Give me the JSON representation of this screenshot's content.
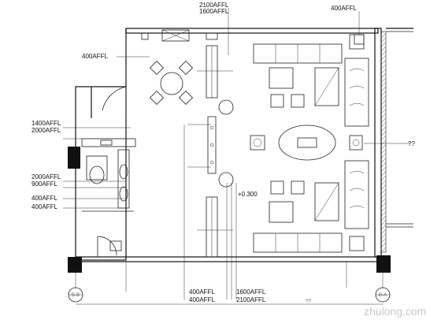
{
  "annotations": {
    "top_left_heights": [
      "2100AFFL",
      "1600AFFL"
    ],
    "top_right_height": "400AFFL",
    "left_400": "400AFFL",
    "left_1400": "1400AFFL",
    "left_2000_a": "2000AFFL",
    "left_2000_b": "2000AFFL",
    "left_900": "900AFFL",
    "left_400_a": "400AFFL",
    "left_400_b": "400AFFL",
    "right_question": "??",
    "level_mark": "+0.300",
    "bottom_a": "400AFFL",
    "bottom_b": "1600AFFL",
    "bottom_c": "400AFFL",
    "bottom_d": "2100AFFL",
    "bottom_dim": "??"
  },
  "section_markers": {
    "left": "B-B",
    "right": "B-A"
  },
  "watermark": {
    "text": "zhulong.com"
  }
}
